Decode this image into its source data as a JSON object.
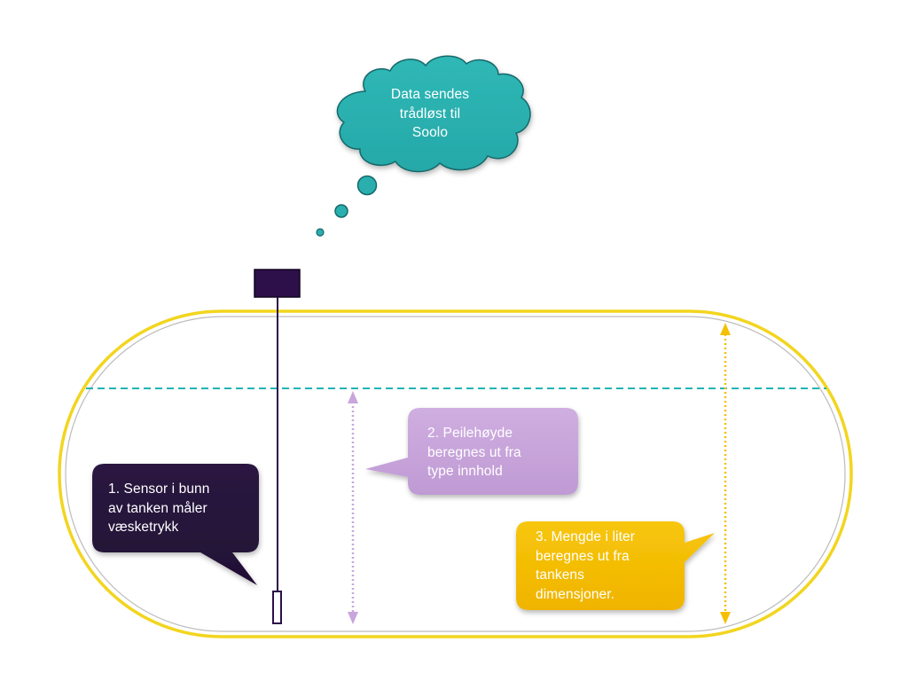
{
  "cloud": {
    "lines": [
      "Data sendes",
      "trådløst til",
      "Soolo"
    ],
    "color": "#2aaeae"
  },
  "callout_sensor": {
    "lines": [
      "1. Sensor i bunn",
      "av tanken måler",
      "væsketrykk"
    ],
    "color": "#2a1840"
  },
  "callout_height": {
    "lines": [
      "2. Peilehøyde",
      "beregnes ut fra",
      "type innhold"
    ],
    "color": "#c9a5dc"
  },
  "callout_volume": {
    "lines": [
      "3. Mengde i liter",
      "beregnes ut fra",
      "tankens",
      "dimensjoner."
    ],
    "color": "#f4c000"
  },
  "colors": {
    "tank_outline": "#f2d51f",
    "liquid_level": "#22b3b3",
    "sensor": "#2d0f4a",
    "height_arrow": "#c9a5dc",
    "volume_arrow": "#f4c000"
  }
}
